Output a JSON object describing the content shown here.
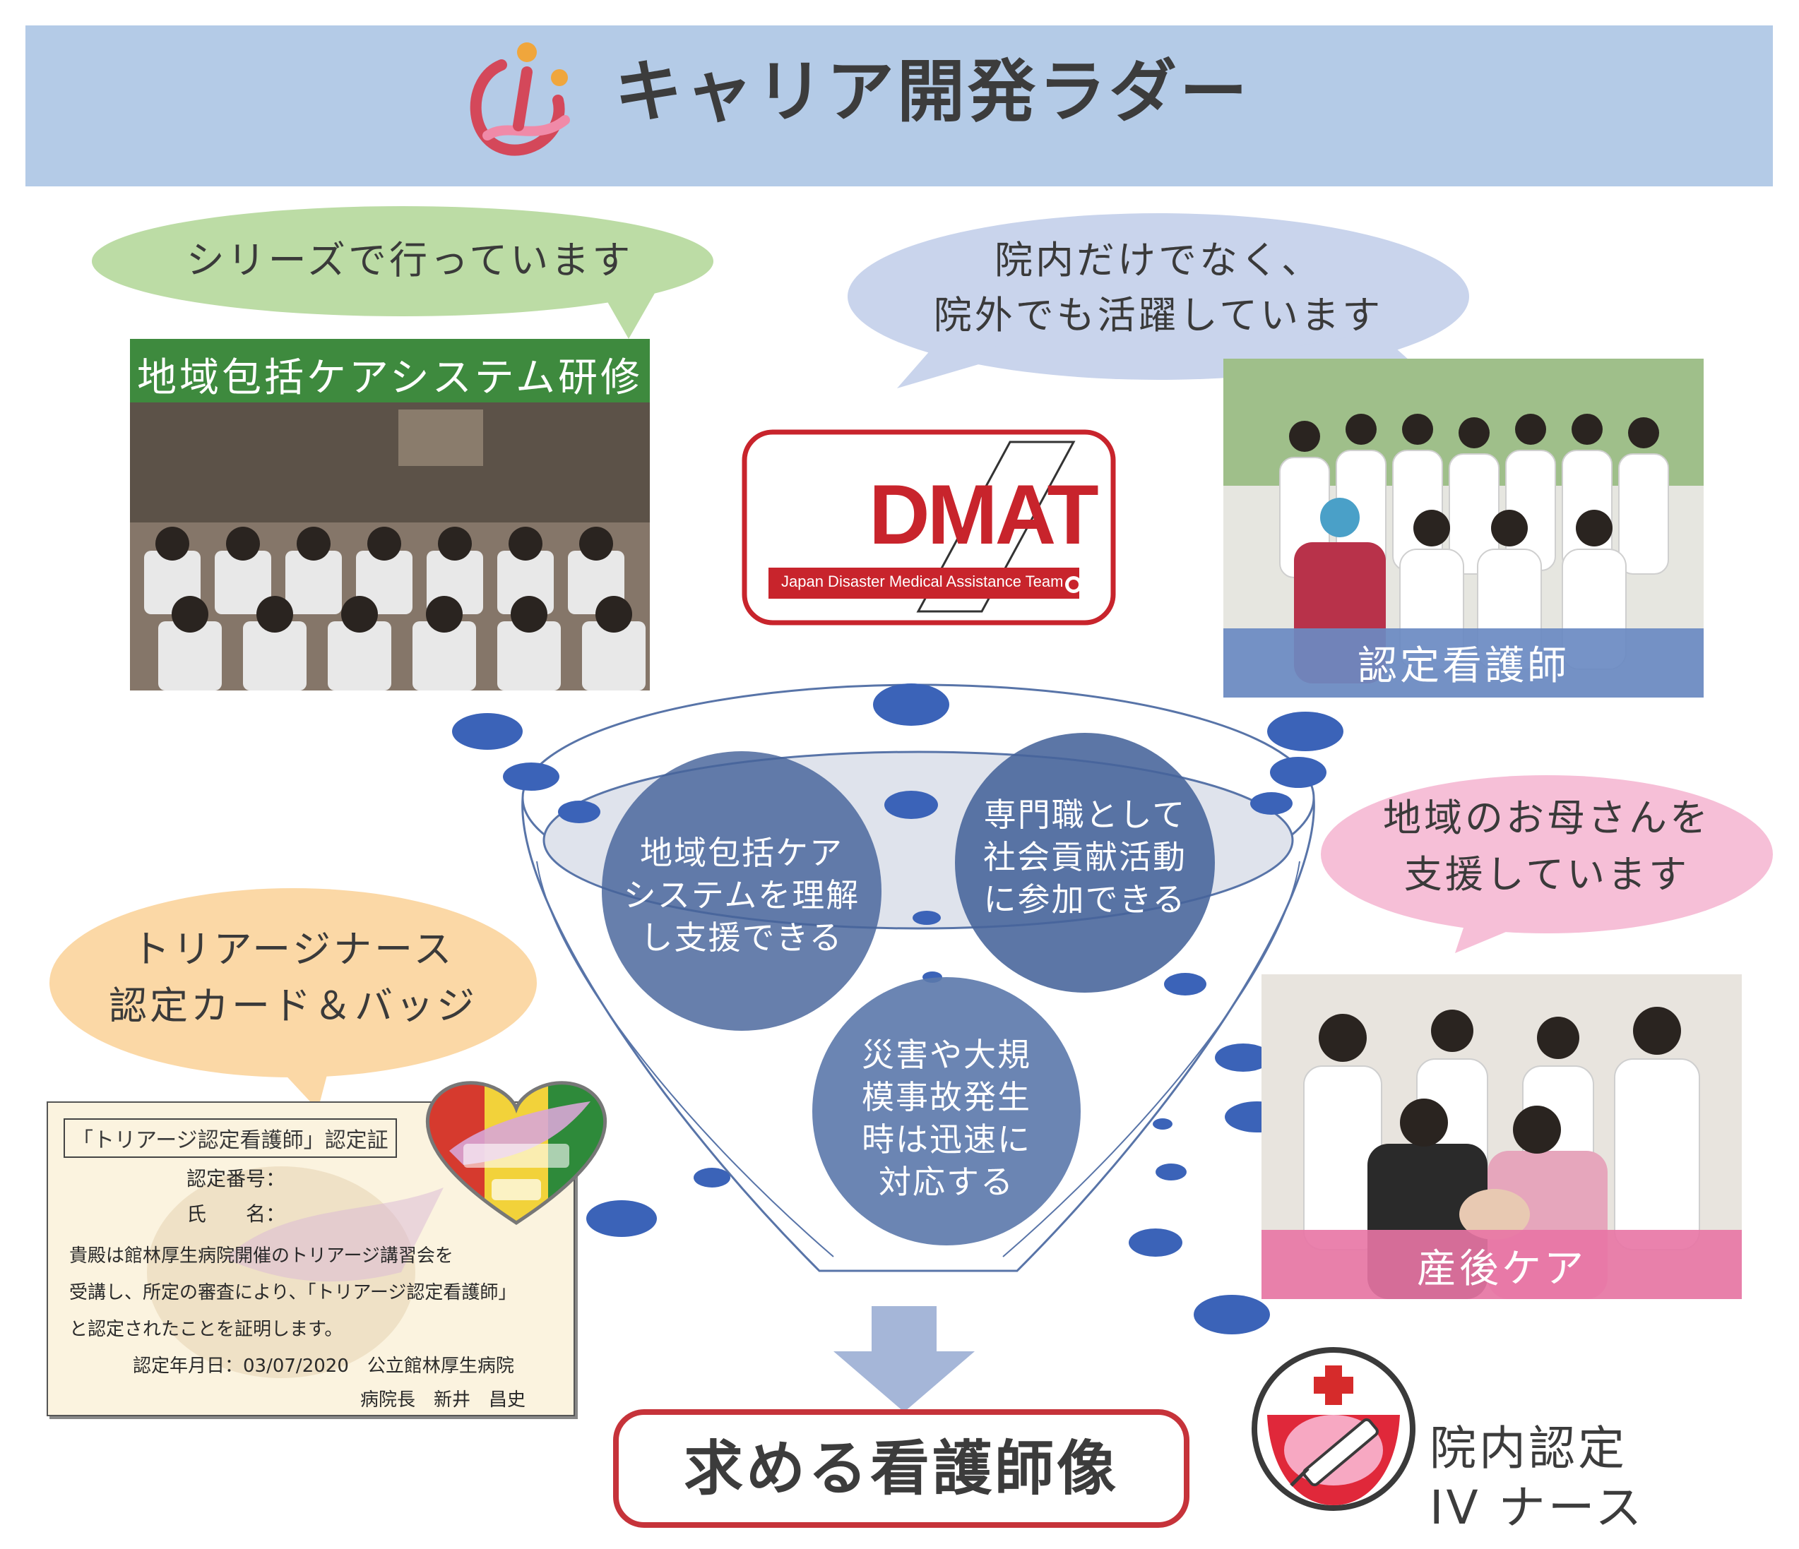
{
  "header": {
    "title": "キャリア開発ラダー"
  },
  "bubbles": {
    "series": "シリーズで行っています",
    "outside_line1": "院内だけでなく、",
    "outside_line2": "院外でも活躍しています",
    "mothers_line1": "地域のお母さんを",
    "mothers_line2": "支援しています",
    "triage_line1": "トリアージナース",
    "triage_line2": "認定カード＆バッジ"
  },
  "photos": {
    "training_label": "地域包括ケアシステム研修",
    "certified_label": "認定看護師",
    "postpartum_label": "産後ケア"
  },
  "dmat": {
    "logo_text": "DMAT",
    "subtitle": "Japan Disaster Medical Assistance Team"
  },
  "funnel": {
    "circle1_line1": "地域包括ケア",
    "circle1_line2": "システムを理解",
    "circle1_line3": "し支援できる",
    "circle2_line1": "専門職として",
    "circle2_line2": "社会貢献活動",
    "circle2_line3": "に参加できる",
    "circle3_line1": "災害や大規",
    "circle3_line2": "模事故発生",
    "circle3_line3": "時は迅速に",
    "circle3_line4": "対応する"
  },
  "certificate": {
    "title": "「トリアージ認定看護師」認定証",
    "number_label": "認定番号：",
    "name_label": "氏　　名：",
    "body_line1": "貴殿は館林厚生病院開催のトリアージ講習会を",
    "body_line2": "受講し、所定の審査により、「トリアージ認定看護師」",
    "body_line3": "と認定されたことを証明します。",
    "date_line": "認定年月日：03/07/2020　公立館林厚生病院",
    "signer_line": "病院長　新井　昌史"
  },
  "goal": {
    "label": "求める看護師像"
  },
  "iv": {
    "line1": "院内認定",
    "line2": "IV ナース"
  },
  "colors": {
    "header_bg": "#b4cbe7",
    "green_bubble": "#bcdca5",
    "blue_bubble": "#c9d4ec",
    "pink_bubble": "#f6bfd7",
    "orange_bubble": "#fbd8a6",
    "circle_dark": "#46639a",
    "circle_mid": "#5874a8",
    "dmat_red": "#c8242c",
    "goal_border": "#c6333a"
  }
}
